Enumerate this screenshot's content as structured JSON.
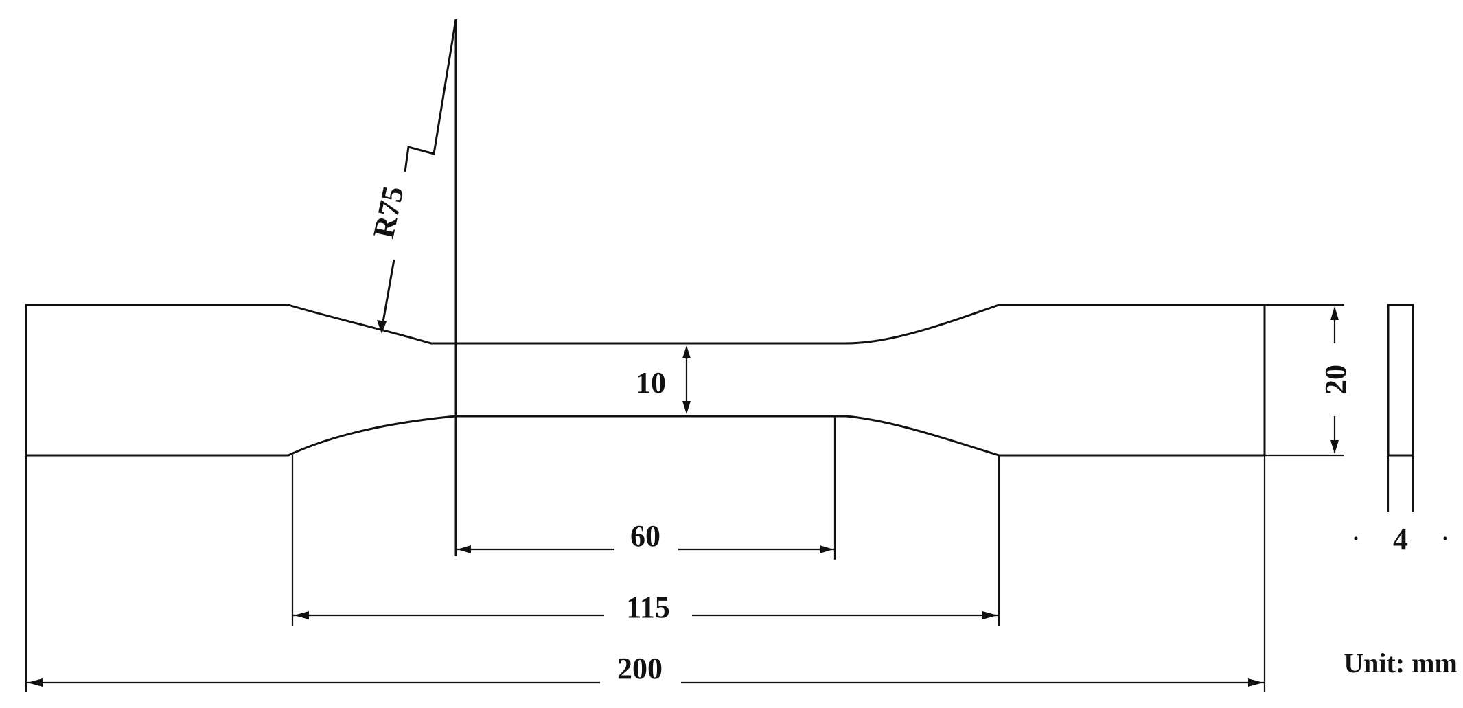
{
  "dimensions": {
    "radius": "R75",
    "gauge_width": "10",
    "grip_width": "20",
    "thickness": "4",
    "gauge_length": "60",
    "transition_length": "115",
    "overall_length": "200"
  },
  "unit_label": "Unit: mm"
}
